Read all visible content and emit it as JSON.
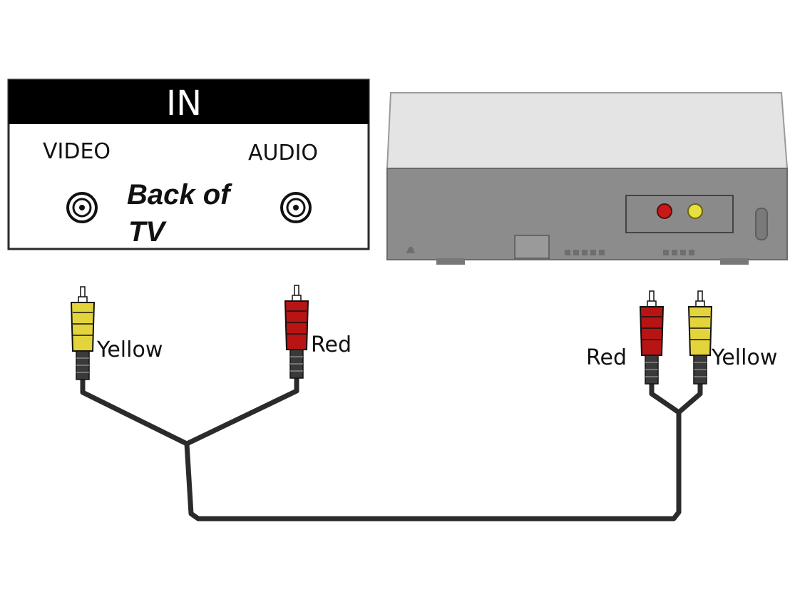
{
  "panel": {
    "header": "IN",
    "video_label": "VIDEO",
    "audio_label": "AUDIO",
    "caption_line1": "Back of",
    "caption_line2": "TV"
  },
  "cable_labels": {
    "left_yellow": "Yellow",
    "left_red": "Red",
    "right_red": "Red",
    "right_yellow": "Yellow"
  },
  "colors": {
    "yellow_plug": "#e3d43c",
    "red_plug": "#b81414",
    "cable": "#2b2b2b",
    "device_top": "#e4e4e4",
    "device_front": "#8c8c8c",
    "panel_header": "#000000"
  },
  "icons": [
    "rca-jack-icon",
    "rca-plug-icon",
    "av-device-icon"
  ]
}
